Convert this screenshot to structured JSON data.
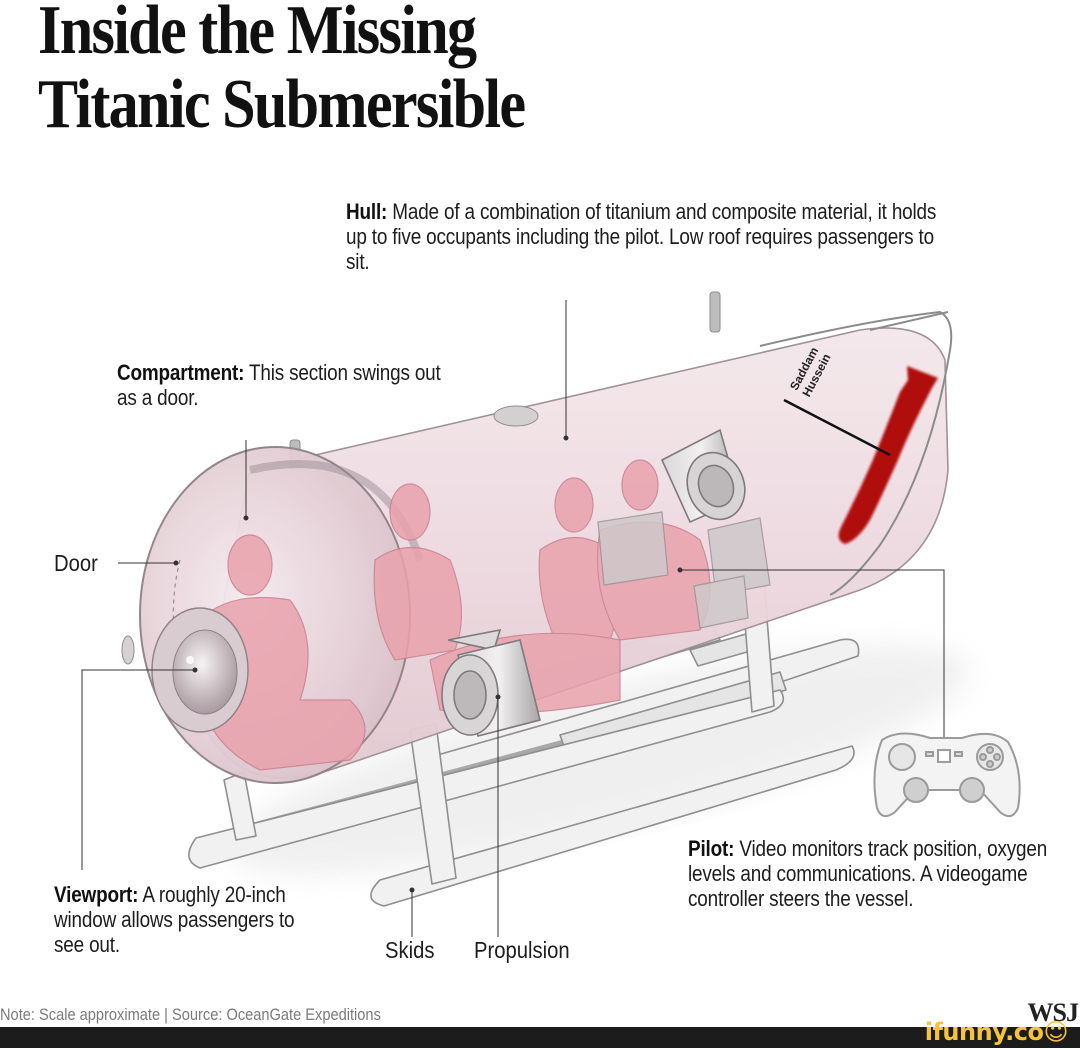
{
  "header": {
    "title_line1": "Inside the Missing",
    "title_line2": "Titanic Submersible"
  },
  "callouts": {
    "hull": {
      "label": "Hull:",
      "text": " Made of a combination of titanium and composite material, it holds up to five occupants including the pilot. Low roof requires passengers to sit."
    },
    "compartment": {
      "label": "Compartment:",
      "text": " This section swings out as a door."
    },
    "viewport": {
      "label": "Viewport:",
      "text": " A roughly 20-inch window allows passengers to see out."
    },
    "pilot": {
      "label": "Pilot:",
      "text": " Video monitors track position, oxygen levels and communications. A videogame controller steers the vessel."
    },
    "door": "Door",
    "skids": "Skids",
    "propulsion": "Propulsion",
    "saddam_line1": "Saddam",
    "saddam_line2": "Hussein"
  },
  "footer": {
    "note": "Note: Scale approximate | Source: OceanGate Expeditions",
    "publisher": "WSJ",
    "watermark": "ifunny.co"
  },
  "colors": {
    "occupant_pink": "#e9a2ad",
    "hull_tint": "#efdde3",
    "blood_red": "#b01010",
    "frame_gray": "#b9b9b9",
    "bar_dark": "#1c1c1c",
    "watermark_yellow": "#f5c43a"
  },
  "icons": {
    "controller": "gamepad-icon",
    "smiley": "smiley-icon"
  }
}
